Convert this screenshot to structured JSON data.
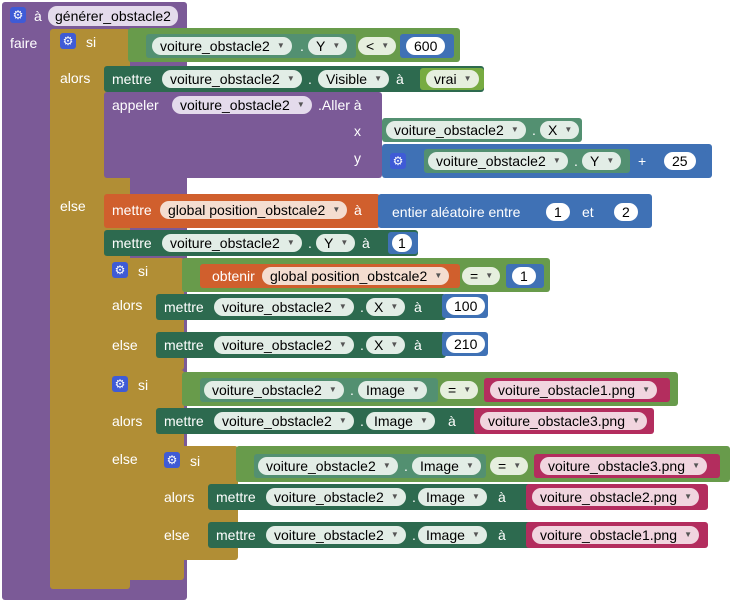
{
  "procedure": {
    "keyword": "à",
    "name": "générer_obstacle2",
    "do_label": "faire"
  },
  "labels": {
    "if": "si",
    "then": "alors",
    "else": "else",
    "set": "mettre",
    "to": "à",
    "call": "appeler",
    "goto": ".Aller à",
    "x": "x",
    "y": "y",
    "get": "obtenir",
    "random": "entier aléatoire entre",
    "and": "et",
    "dot": "."
  },
  "blocks": {
    "if1": {
      "component": "voiture_obstacle2",
      "property": "Y",
      "op": "<",
      "value": "600"
    },
    "then1": {
      "component": "voiture_obstacle2",
      "property": "Visible",
      "value": "vrai",
      "call_component": "voiture_obstacle2",
      "x_component": "voiture_obstacle2",
      "x_property": "X",
      "y_component": "voiture_obstacle2",
      "y_property": "Y",
      "y_op": "+",
      "y_add": "25"
    },
    "else1": {
      "global_var": "global position_obstcale2",
      "rand_from": "1",
      "rand_to": "2",
      "y_component": "voiture_obstacle2",
      "y_property": "Y",
      "y_value": "1"
    },
    "if2": {
      "get_var": "global position_obstcale2",
      "op": "=",
      "value": "1",
      "then_component": "voiture_obstacle2",
      "then_property": "X",
      "then_value": "100",
      "else_component": "voiture_obstacle2",
      "else_property": "X",
      "else_value": "210"
    },
    "if3": {
      "component": "voiture_obstacle2",
      "property": "Image",
      "op": "=",
      "value": "voiture_obstacle1.png",
      "then_component": "voiture_obstacle2",
      "then_property": "Image",
      "then_value": "voiture_obstacle3.png"
    },
    "if4": {
      "component": "voiture_obstacle2",
      "property": "Image",
      "op": "=",
      "value": "voiture_obstacle3.png",
      "then_component": "voiture_obstacle2",
      "then_property": "Image",
      "then_value": "voiture_obstacle2.png",
      "else_component": "voiture_obstacle2",
      "else_property": "Image",
      "else_value": "voiture_obstacle1.png"
    }
  },
  "colors": {
    "procedure": "#7b5a97",
    "control": "#b18e35",
    "compare": "#689b4b",
    "math": "#3f71b5",
    "setter": "#2d6a4f",
    "variable": "#d05f2d",
    "text": "#b32d5e",
    "logic": "#77ab41"
  }
}
